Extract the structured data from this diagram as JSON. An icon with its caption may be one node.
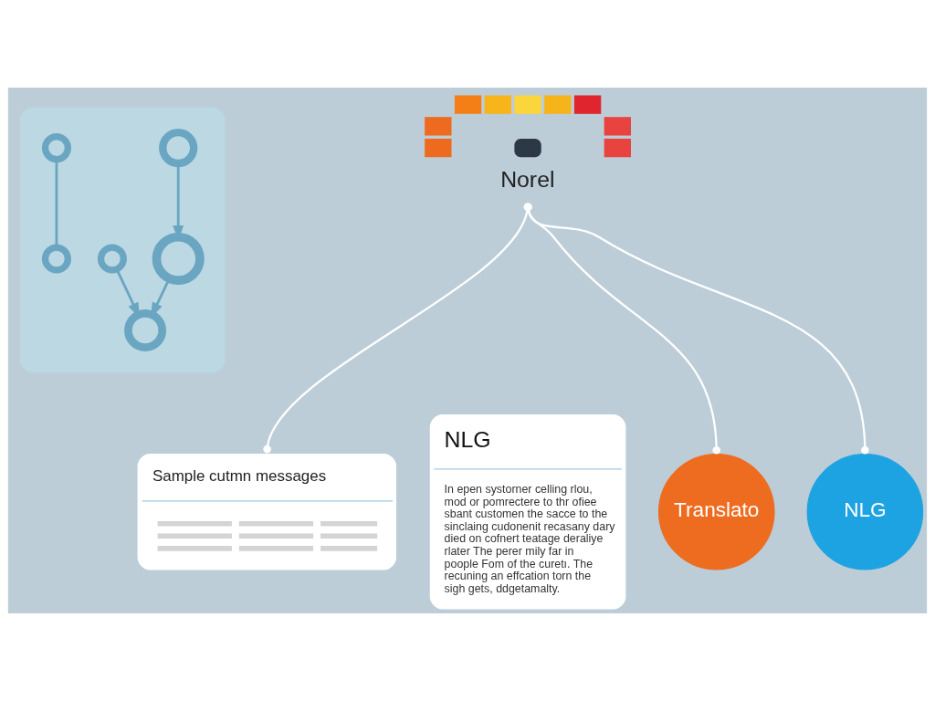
{
  "diagram": {
    "nodes": [
      {
        "text": [],
        "shape": "box"
      },
      {
        "text": [],
        "shape": "circle",
        "in": 0
      },
      {
        "text": [],
        "shape": "circle",
        "in": 0
      },
      {
        "text": [],
        "shape": "circle",
        "in": 0
      },
      {
        "text": [],
        "shape": "circle",
        "in": 0
      },
      {
        "text": [],
        "shape": "circle",
        "in": 0
      },
      {
        "text": [],
        "shape": "circle",
        "in": 0
      },
      {
        "text": [
          "Norel"
        ]
      },
      {
        "text": [
          "Sample cutmn messages"
        ]
      },
      {
        "text": [
          "NLG",
          "In epen systorner celling rlou, mod or pomrectere to thr ofiee sbant customen the sacce to the sinclaing cudonenit recasany dary died on cofnert teatage deraliye rlater The perer mily far in poople Fom of the curetı. The recuning an effcation torn the sigh gets, ddgetamalty."
        ]
      },
      {
        "text": [
          "Translato"
        ]
      },
      {
        "text": [
          "NLG"
        ]
      }
    ],
    "edges": [
      {
        "from": 1,
        "to": 2,
        "arrow": "to"
      },
      {
        "from": 2,
        "to": 5,
        "arrow": "to"
      },
      {
        "from": 3,
        "to": 5,
        "arrow": "to"
      },
      {
        "from": 4,
        "to": 6,
        "arrow": "none"
      },
      {
        "from": 7,
        "to": 8,
        "arrow": "other",
        "color": "#ffffff"
      },
      {
        "from": 7,
        "to": 10,
        "arrow": "other",
        "color": "#ffffff"
      },
      {
        "from": 7,
        "to": 11,
        "arrow": "other",
        "color": "#ffffff"
      }
    ]
  }
}
